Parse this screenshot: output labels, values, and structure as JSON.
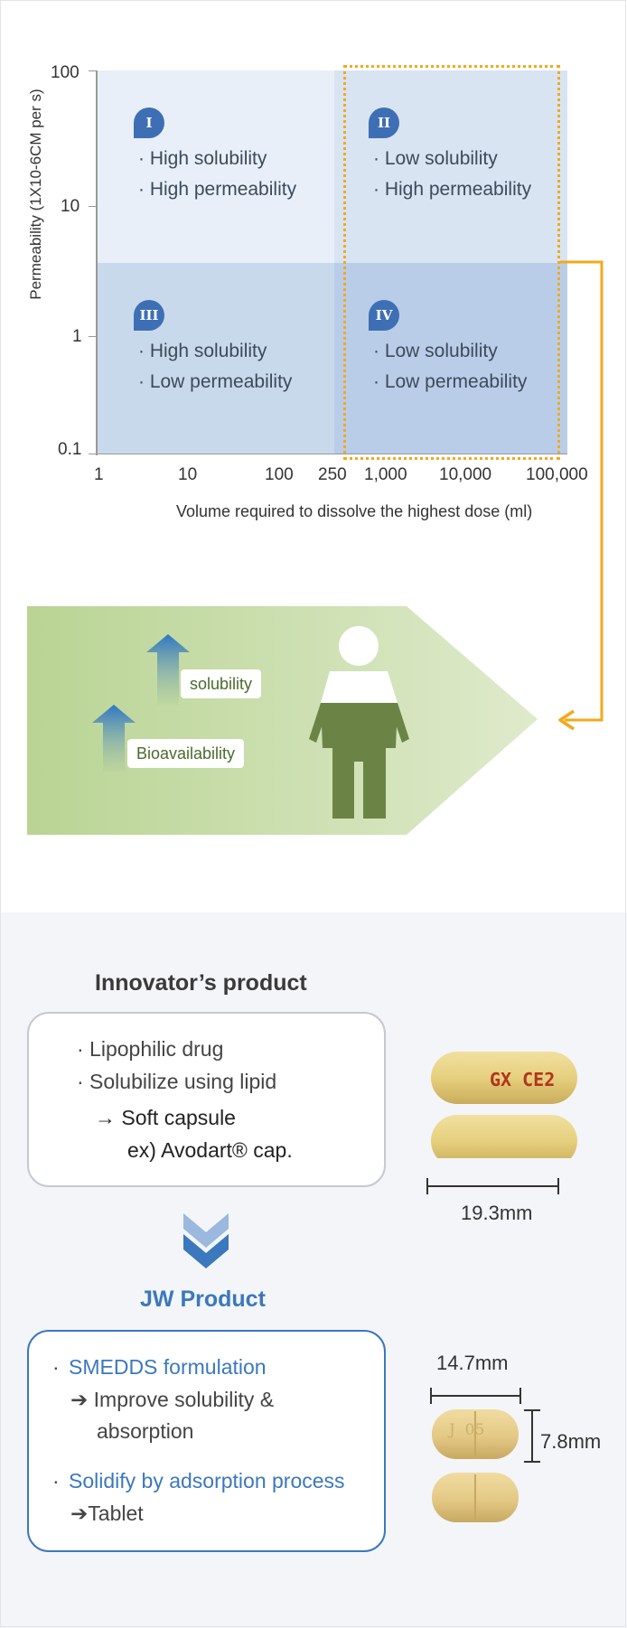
{
  "chart": {
    "y_label": "Permeability (1X10-6CM per s)",
    "x_label": "Volume required to dissolve the highest dose (ml)",
    "y_ticks": [
      "100",
      "10",
      "1",
      "0.1"
    ],
    "x_ticks": [
      "1",
      "10",
      "100",
      "250",
      "1,000",
      "10,000",
      "100,000"
    ],
    "quadrants": [
      {
        "numeral": "I",
        "lines": [
          "· High solubility",
          "· High permeability"
        ]
      },
      {
        "numeral": "II",
        "lines": [
          "· Low solubility",
          "· High permeability"
        ]
      },
      {
        "numeral": "III",
        "lines": [
          "· High solubility",
          "· Low permeability"
        ]
      },
      {
        "numeral": "IV",
        "lines": [
          "· Low solubility",
          "· Low permeability"
        ]
      }
    ],
    "colors": {
      "q1": "#e8eff8",
      "q2": "#d8e4f2",
      "q3": "#c9d9ec",
      "q4": "#b9cde8",
      "highlight": "#f2a91c",
      "badge": "#3e6fb4"
    }
  },
  "banner": {
    "tags": [
      "solubility",
      "Bioavailability"
    ],
    "colors": {
      "green_light": "#d9e7bf",
      "green_dark": "#a9c97b",
      "figure": "#6b8446",
      "arrow_top": "#2f76c4"
    }
  },
  "innovator": {
    "title": "Innovator’s product",
    "lines": [
      "· Lipophilic drug",
      "· Solubilize using lipid"
    ],
    "arrow_text": "Soft capsule",
    "example": "ex) Avodart® cap.",
    "capsule_imprint": "GX CE2",
    "dimension": "19.3mm"
  },
  "jw": {
    "title": "JW Product",
    "point1": "SMEDDS formulation",
    "point1_detail": [
      "Improve solubility &",
      "absorption"
    ],
    "point2": "Solidify by adsorption process",
    "point2_detail": "Tablet",
    "tablet_imprint": "J  05",
    "width_dim": "14.7mm",
    "height_dim": "7.8mm",
    "accent": "#3b78bd"
  }
}
